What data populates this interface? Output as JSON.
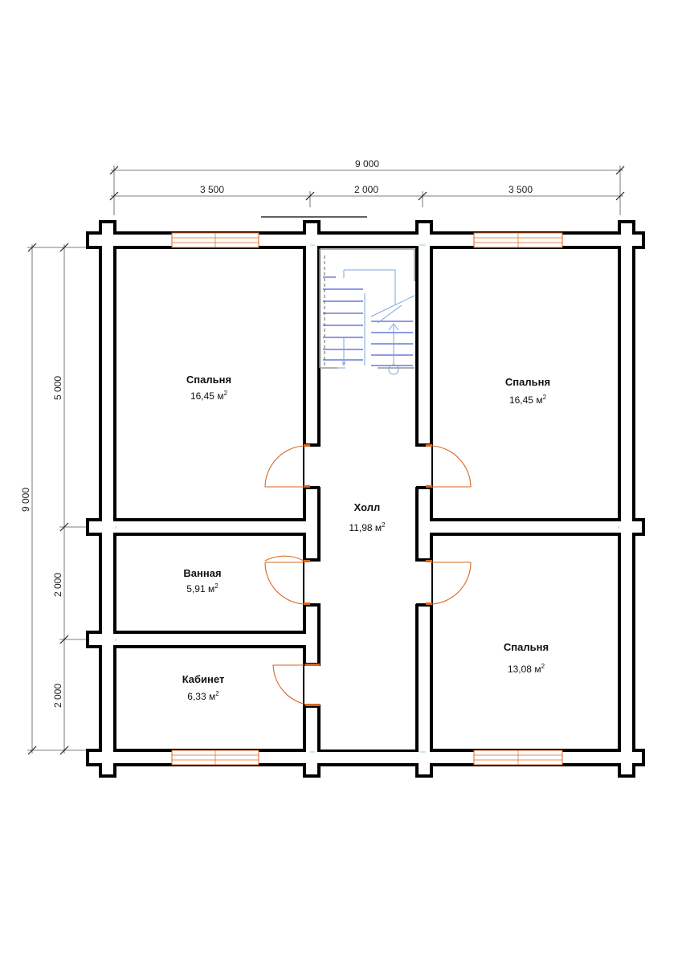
{
  "dimensions": {
    "top_total": "9 000",
    "top_left": "3 500",
    "top_middle": "2 000",
    "top_right": "3 500",
    "left_total": "9 000",
    "left_top": "5 000",
    "left_middle": "2 000",
    "left_bottom": "2 000"
  },
  "rooms": {
    "bedroom_top_left": {
      "name": "Спальня",
      "area": "16,45 м",
      "unit_power": "2"
    },
    "bedroom_top_right": {
      "name": "Спальня",
      "area": "16,45 м",
      "unit_power": "2"
    },
    "hall": {
      "name": "Холл",
      "area": "11,98 м",
      "unit_power": "2"
    },
    "bathroom": {
      "name": "Ванная",
      "area": "5,91 м",
      "unit_power": "2"
    },
    "office": {
      "name": "Кабинет",
      "area": "6,33 м",
      "unit_power": "2"
    },
    "bedroom_bottom_right": {
      "name": "Спальня",
      "area": "13,08 м",
      "unit_power": "2"
    }
  },
  "colors": {
    "walls": "#000000",
    "doors_windows": "#d9661c",
    "stairs": "#4a5fd6"
  }
}
